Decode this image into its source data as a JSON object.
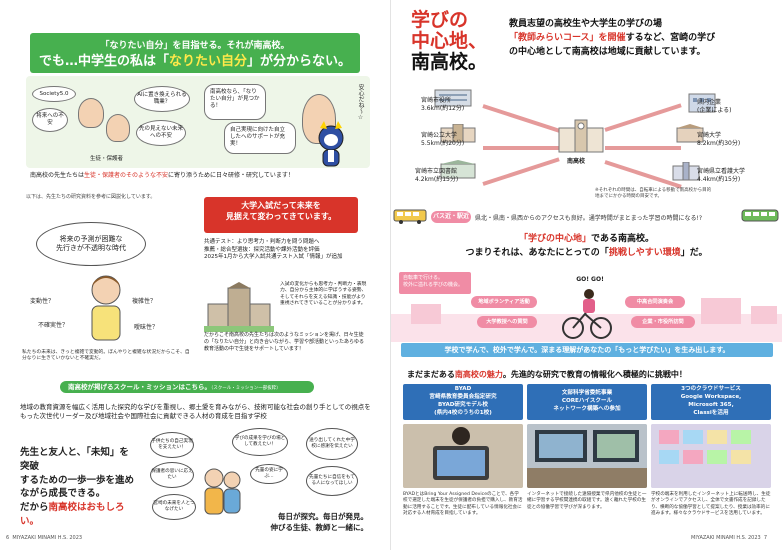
{
  "left": {
    "hero_line1": "「なりたい自分」を目指せる。それが南高校。",
    "hero_line2_pre": "でも…中学生の私は「",
    "hero_line2_hl": "なりたい自分",
    "hero_line2_post": "」が分からない。",
    "bubbles": {
      "society": "Society5.0",
      "future": "将来への不安",
      "ai": "AIに置き換えられる職業？",
      "unclear": "先の見えない未来への不安",
      "teacher_speech": "南高校なら、「なりたい自分」が見つかる！",
      "support": "自己実現に向けた自立したへのサポートが充実！"
    },
    "parent_label": "生徒・保護者",
    "side_vertical": "安心だね〜☆",
    "intro_pre": "南高校の先生たちは",
    "intro_em": "生徒・保護者のそのような不安",
    "intro_post": "に寄り添うために日々研修・研究しています！",
    "subnote": "以下は、先生たちの研究資料を参考に図説化しています。",
    "uncert": "将来の予測が困難な\n先行きが不透明な時代",
    "q_variability": "変動性？",
    "q_complexity": "複雑性？",
    "q_uncertainty": "不確実性？",
    "q_ambiguity": "曖昧性？",
    "studentnote": "私たちの未来は、きっと複雑で変動的。ぼんやりと複雑な状況だからこそ、自分なりに生きていかないと不確実だ。",
    "exam_title": "大学入試だって未来を\n見据えて変わってきています。",
    "exam_body": "共通テスト：より思考力・判断力を問う問題へ\n推薦・総合型選抜：探究活動や課外活動を評価\n2025年1月から大学入試共通テスト入試「情報」が追加",
    "exam_side": "入試の変化からも思考力・判断力・表現力、自分から主体的に学ぼうする姿勢、そしてそれらを支える知識・技能がより重視されてきていることが分かります。",
    "exam_bottom": "だからこそ南高校の先生たちは次のようなミッションを掲げ、日々生徒の「なりたい自分」と向き合いながら、学習や部活動といったあらゆる教育活動の中で生徒をサポートしています！",
    "mission_label": "南高校が掲げるスクール・ミッションはこちら。",
    "mission_small": "（スクール・ミッション一部抜粋）",
    "mission_text": "地域の教育資源を幅広く活用した探究的な学びを重視し、郷土愛を育みながら、技術可能な社会の創り手としての視点をもった次世代リーダー及び地域社会や国際社会に貢献できる人材の育成を目指す学校",
    "motto_1": "先生と友人と、「未知」を突破",
    "motto_2": "するための一歩一歩を進め",
    "motto_3": "ながら成長できる。",
    "motto_4_pre": "だから",
    "motto_4_red": "南高校はおもしろい。",
    "circles": {
      "c1": "子供たちの自己実現を支えたい！",
      "c2": "学びの成果を学びの場として教えたい！",
      "c3": "送り出してくれた中学校に感謝を伝えたい",
      "c4": "保護者の思いに応えたい",
      "c5": "先輩の姿に学ぶ…",
      "c6": "先輩たちに自信をもてる人になってほしい",
      "c7": "宮崎の未来を人とつなげたい"
    },
    "final_motto": "毎日が探究。毎日が発見。\n伸びる生徒、教師と一緒に。",
    "footer_page": "6",
    "footer_school": "MIYAZAKI MINAMI H.S. 2023"
  },
  "right": {
    "title_1": "学びの",
    "title_2": "中心地、",
    "title_3": "南高校。",
    "headline_1": "教員志望の高校生や大学生の学びの場",
    "headline_2_red": "「教師みらいコース」を開催",
    "headline_2_post": "するなど、宮崎の学び",
    "headline_3": "の中心地として南高校は地域に貢献しています。",
    "locations": [
      {
        "name": "宮崎市役所",
        "dist": "3.6km(約12分)"
      },
      {
        "name": "宮崎公立大学",
        "dist": "5.5km(約20分)"
      },
      {
        "name": "宮崎市立図書館",
        "dist": "4.2km(約15分)"
      },
      {
        "name": "県内企業",
        "dist": "(企業による)"
      },
      {
        "name": "宮崎大学",
        "dist": "8.2km(約30分)"
      },
      {
        "name": "宮崎県立看護大学",
        "dist": "4.4km(約15分)"
      }
    ],
    "hub_label": "南高校",
    "map_note": "※それぞれの時間は、自転車による移動で南高校から目的地までにかかる時間の目安です。",
    "bus_pill": "バス近・駅近",
    "bus_text": "県北・県南・県西からのアクセスも良好。通学時間がまとまった学習の時間になる!?",
    "hub_msg_1_red": "「学びの中心地」",
    "hub_msg_1_post": "である南高校。",
    "hub_msg_2_pre": "つまりそれは、あなたにとっての「",
    "hub_msg_2_red": "挑戦しやすい環境",
    "hub_msg_2_post": "」だ。",
    "pink_card": "自転車で行ける。\n校外に溢れる学びの機会。",
    "chips": [
      "地域ボランティア活動",
      "大学教授への質問",
      "中高合同演奏会",
      "企業・市役所訪問"
    ],
    "go": "GO! GO!",
    "blue_banner": "学校で学んで、校外で学んで。深まる理解があなたの「もっと学びたい」を生み出します。",
    "charm_pre": "まだまだある",
    "charm_red": "南高校の魅力",
    "charm_post": "。先進的な研究で教育の情報化へ積極的に挑戦中！",
    "cards": [
      {
        "head": "BYAD\n宮崎県教育委員会指定研究\nBYAD研究モデル校\n(県内4校のうちの1校)",
        "text": "BYADとはBring Your Assigned Deviceのことで、各学校で選定した端末を生徒が保護者の負担で購入し、教育活動に活用することです。生徒に配布している情報化社会に対応する人材育成を目指しています。"
      },
      {
        "head": "文部科学省委託事業\nCOREハイスクール\nネットワーク構築への参加",
        "text": "インターネットで接続した遠隔授業で県内他校の生徒と一緒に学習する学校間連携の取組です。遠く離れた学校の生徒との協働学習で学びが深まります。"
      },
      {
        "head": "3つのクラウドサービス\nGoogle Workspace,\nMicrosoft 365,\nClassiを活用",
        "text": "学校の端末を利用したインターネット上に転送時し、生徒がオンラインでアクセスし、全体で文書作成を記録したり、横断的な協働学習として提案したり、授業は効率的に進みます。様々なクラウドサービスを活用しています。"
      }
    ],
    "footer_school": "MIYAZAKI MINAMI H.S. 2023",
    "footer_page": "7"
  }
}
